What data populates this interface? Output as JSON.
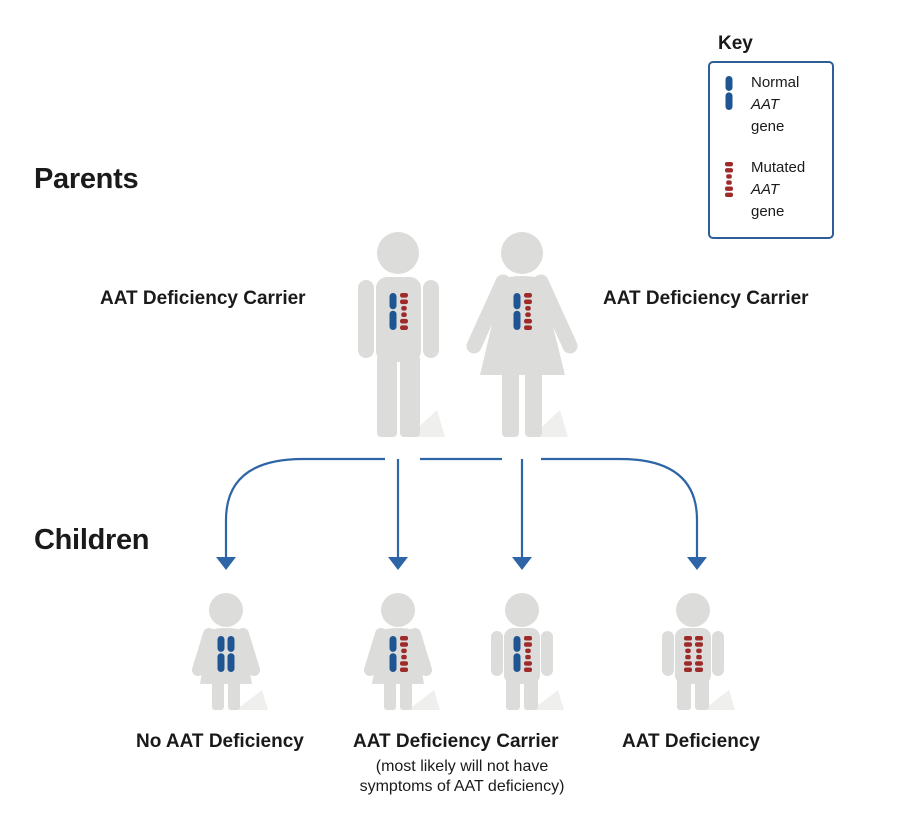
{
  "parents": {
    "heading": "Parents",
    "father_label": "AAT Deficiency Carrier",
    "mother_label": "AAT Deficiency Carrier"
  },
  "children": {
    "heading": "Children",
    "outcome_1": "No AAT Deficiency",
    "outcome_2": "AAT Deficiency Carrier",
    "outcome_2_note_line1": "(most likely will not have",
    "outcome_2_note_line2": "symptoms of AAT deficiency)",
    "outcome_3": "AAT Deficiency"
  },
  "key": {
    "title": "Key",
    "normal": {
      "line1": "Normal",
      "line2": "AAT",
      "line3": "gene"
    },
    "mutated": {
      "line1": "Mutated",
      "line2": "AAT",
      "line3": "gene"
    }
  },
  "colors": {
    "normal_gene": "#1f5592",
    "mutated_gene": "#9e2a2a",
    "figure": "#dcdcda",
    "arrow": "#2e65a6",
    "text": "#1a1a1a"
  }
}
